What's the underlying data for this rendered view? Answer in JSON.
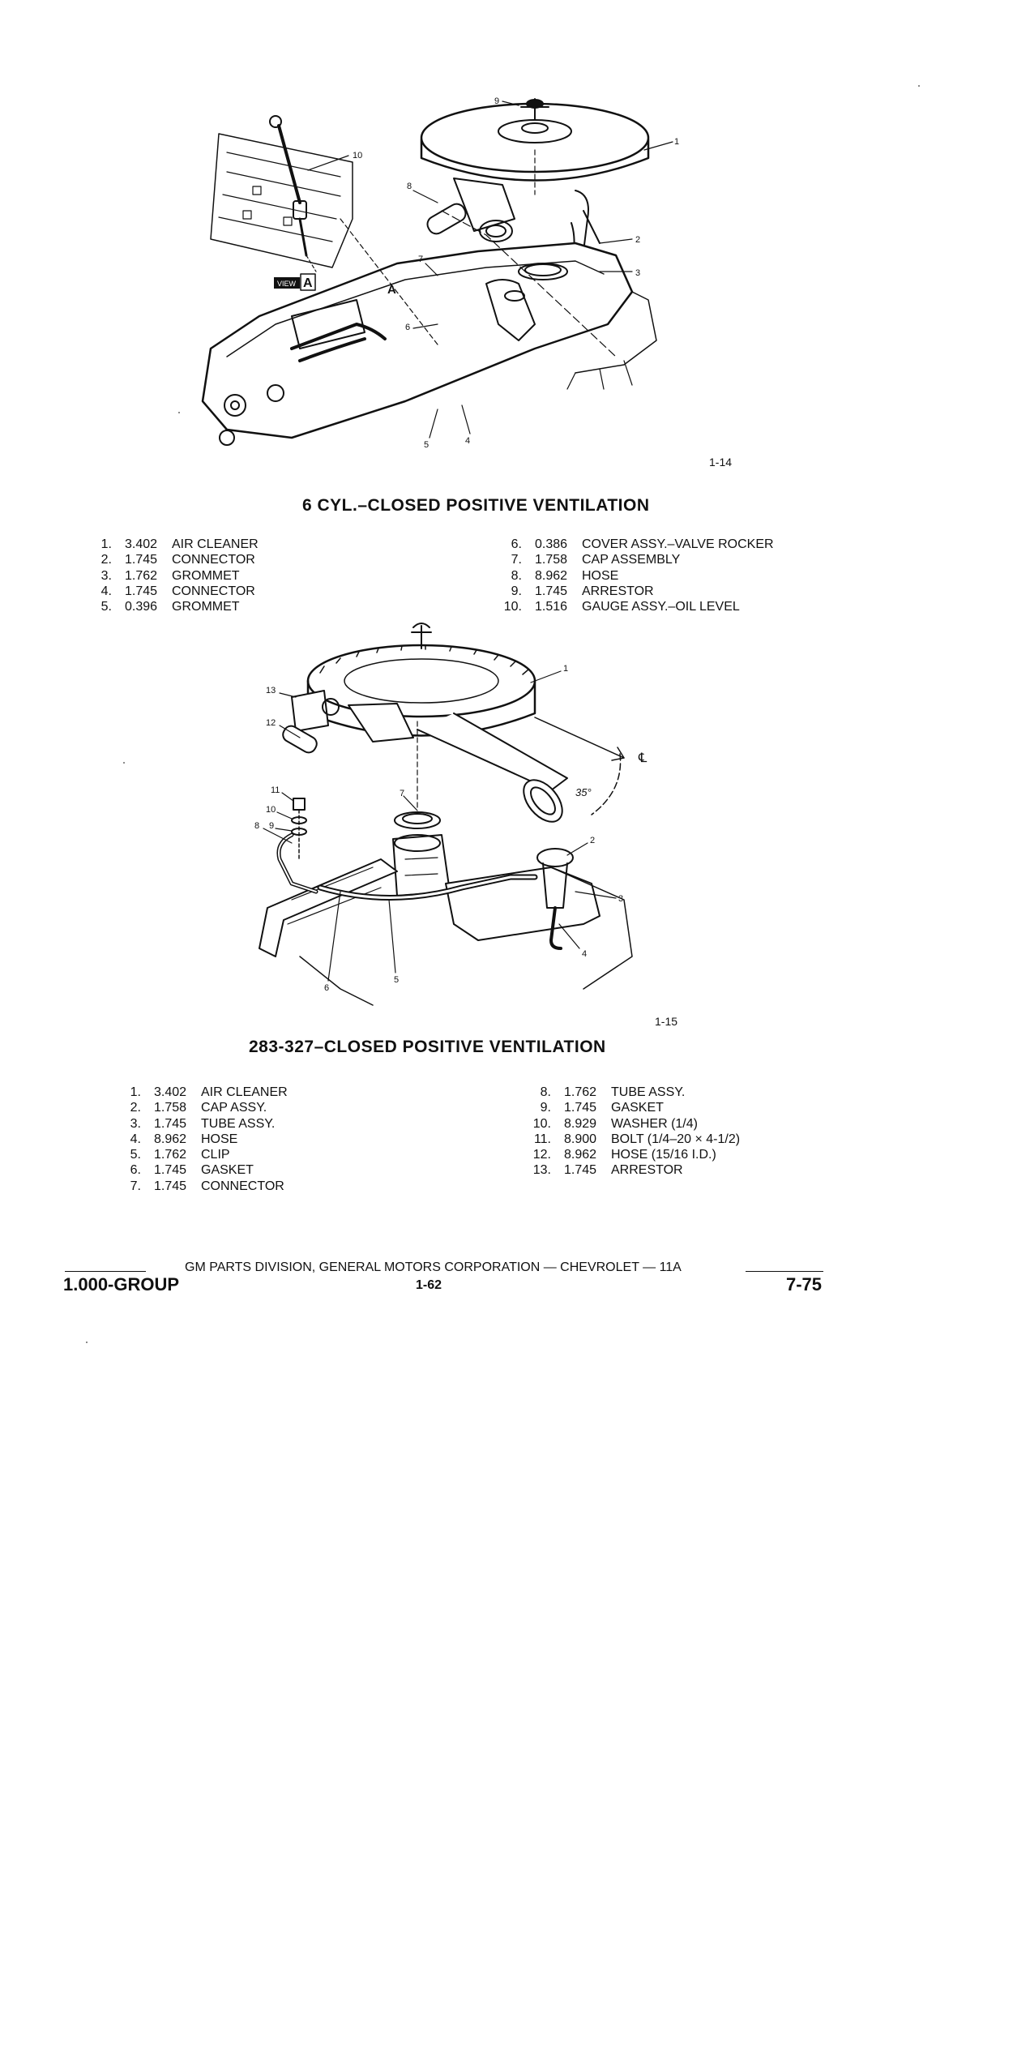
{
  "figure1": {
    "ref": "1-14",
    "view_label": "VIEW",
    "view_letter": "A",
    "arrow_letter": "A",
    "callouts": [
      "1",
      "2",
      "3",
      "4",
      "5",
      "6",
      "7",
      "8",
      "9",
      "10"
    ]
  },
  "section1": {
    "title": "6 CYL.–CLOSED POSITIVE VENTILATION",
    "parts_left": [
      {
        "num": "1.",
        "code": "3.402",
        "desc": "AIR CLEANER"
      },
      {
        "num": "2.",
        "code": "1.745",
        "desc": "CONNECTOR"
      },
      {
        "num": "3.",
        "code": "1.762",
        "desc": "GROMMET"
      },
      {
        "num": "4.",
        "code": "1.745",
        "desc": "CONNECTOR"
      },
      {
        "num": "5.",
        "code": "0.396",
        "desc": "GROMMET"
      }
    ],
    "parts_right": [
      {
        "num": "6.",
        "code": "0.386",
        "desc": "COVER ASSY.–VALVE ROCKER"
      },
      {
        "num": "7.",
        "code": "1.758",
        "desc": "CAP ASSEMBLY"
      },
      {
        "num": "8.",
        "code": "8.962",
        "desc": "HOSE"
      },
      {
        "num": "9.",
        "code": "1.745",
        "desc": "ARRESTOR"
      },
      {
        "num": "10.",
        "code": "1.516",
        "desc": "GAUGE ASSY.–OIL LEVEL"
      }
    ]
  },
  "figure2": {
    "ref": "1-15",
    "angle_label": "35°",
    "centerline_label": "℄",
    "callouts": [
      "1",
      "2",
      "3",
      "4",
      "5",
      "6",
      "7",
      "8",
      "9",
      "10",
      "11",
      "12",
      "13"
    ]
  },
  "section2": {
    "title": "283-327–CLOSED POSITIVE VENTILATION",
    "parts_left": [
      {
        "num": "1.",
        "code": "3.402",
        "desc": "AIR CLEANER"
      },
      {
        "num": "2.",
        "code": "1.758",
        "desc": "CAP ASSY."
      },
      {
        "num": "3.",
        "code": "1.745",
        "desc": "TUBE ASSY."
      },
      {
        "num": "4.",
        "code": "8.962",
        "desc": "HOSE"
      },
      {
        "num": "5.",
        "code": "1.762",
        "desc": "CLIP"
      },
      {
        "num": "6.",
        "code": "1.745",
        "desc": "GASKET"
      },
      {
        "num": "7.",
        "code": "1.745",
        "desc": "CONNECTOR"
      }
    ],
    "parts_right": [
      {
        "num": "8.",
        "code": "1.762",
        "desc": "TUBE ASSY."
      },
      {
        "num": "9.",
        "code": "1.745",
        "desc": "GASKET"
      },
      {
        "num": "10.",
        "code": "8.929",
        "desc": "WASHER (1/4)"
      },
      {
        "num": "11.",
        "code": "8.900",
        "desc": "BOLT (1/4–20 × 4-1/2)"
      },
      {
        "num": "12.",
        "code": "8.962",
        "desc": "HOSE (15/16 I.D.)"
      },
      {
        "num": "13.",
        "code": "1.745",
        "desc": "ARRESTOR"
      }
    ]
  },
  "footer": {
    "corporation": "GM PARTS DIVISION, GENERAL MOTORS CORPORATION — CHEVROLET — 11A",
    "group": "1.000-GROUP",
    "page": "1-62",
    "date": "7-75"
  }
}
